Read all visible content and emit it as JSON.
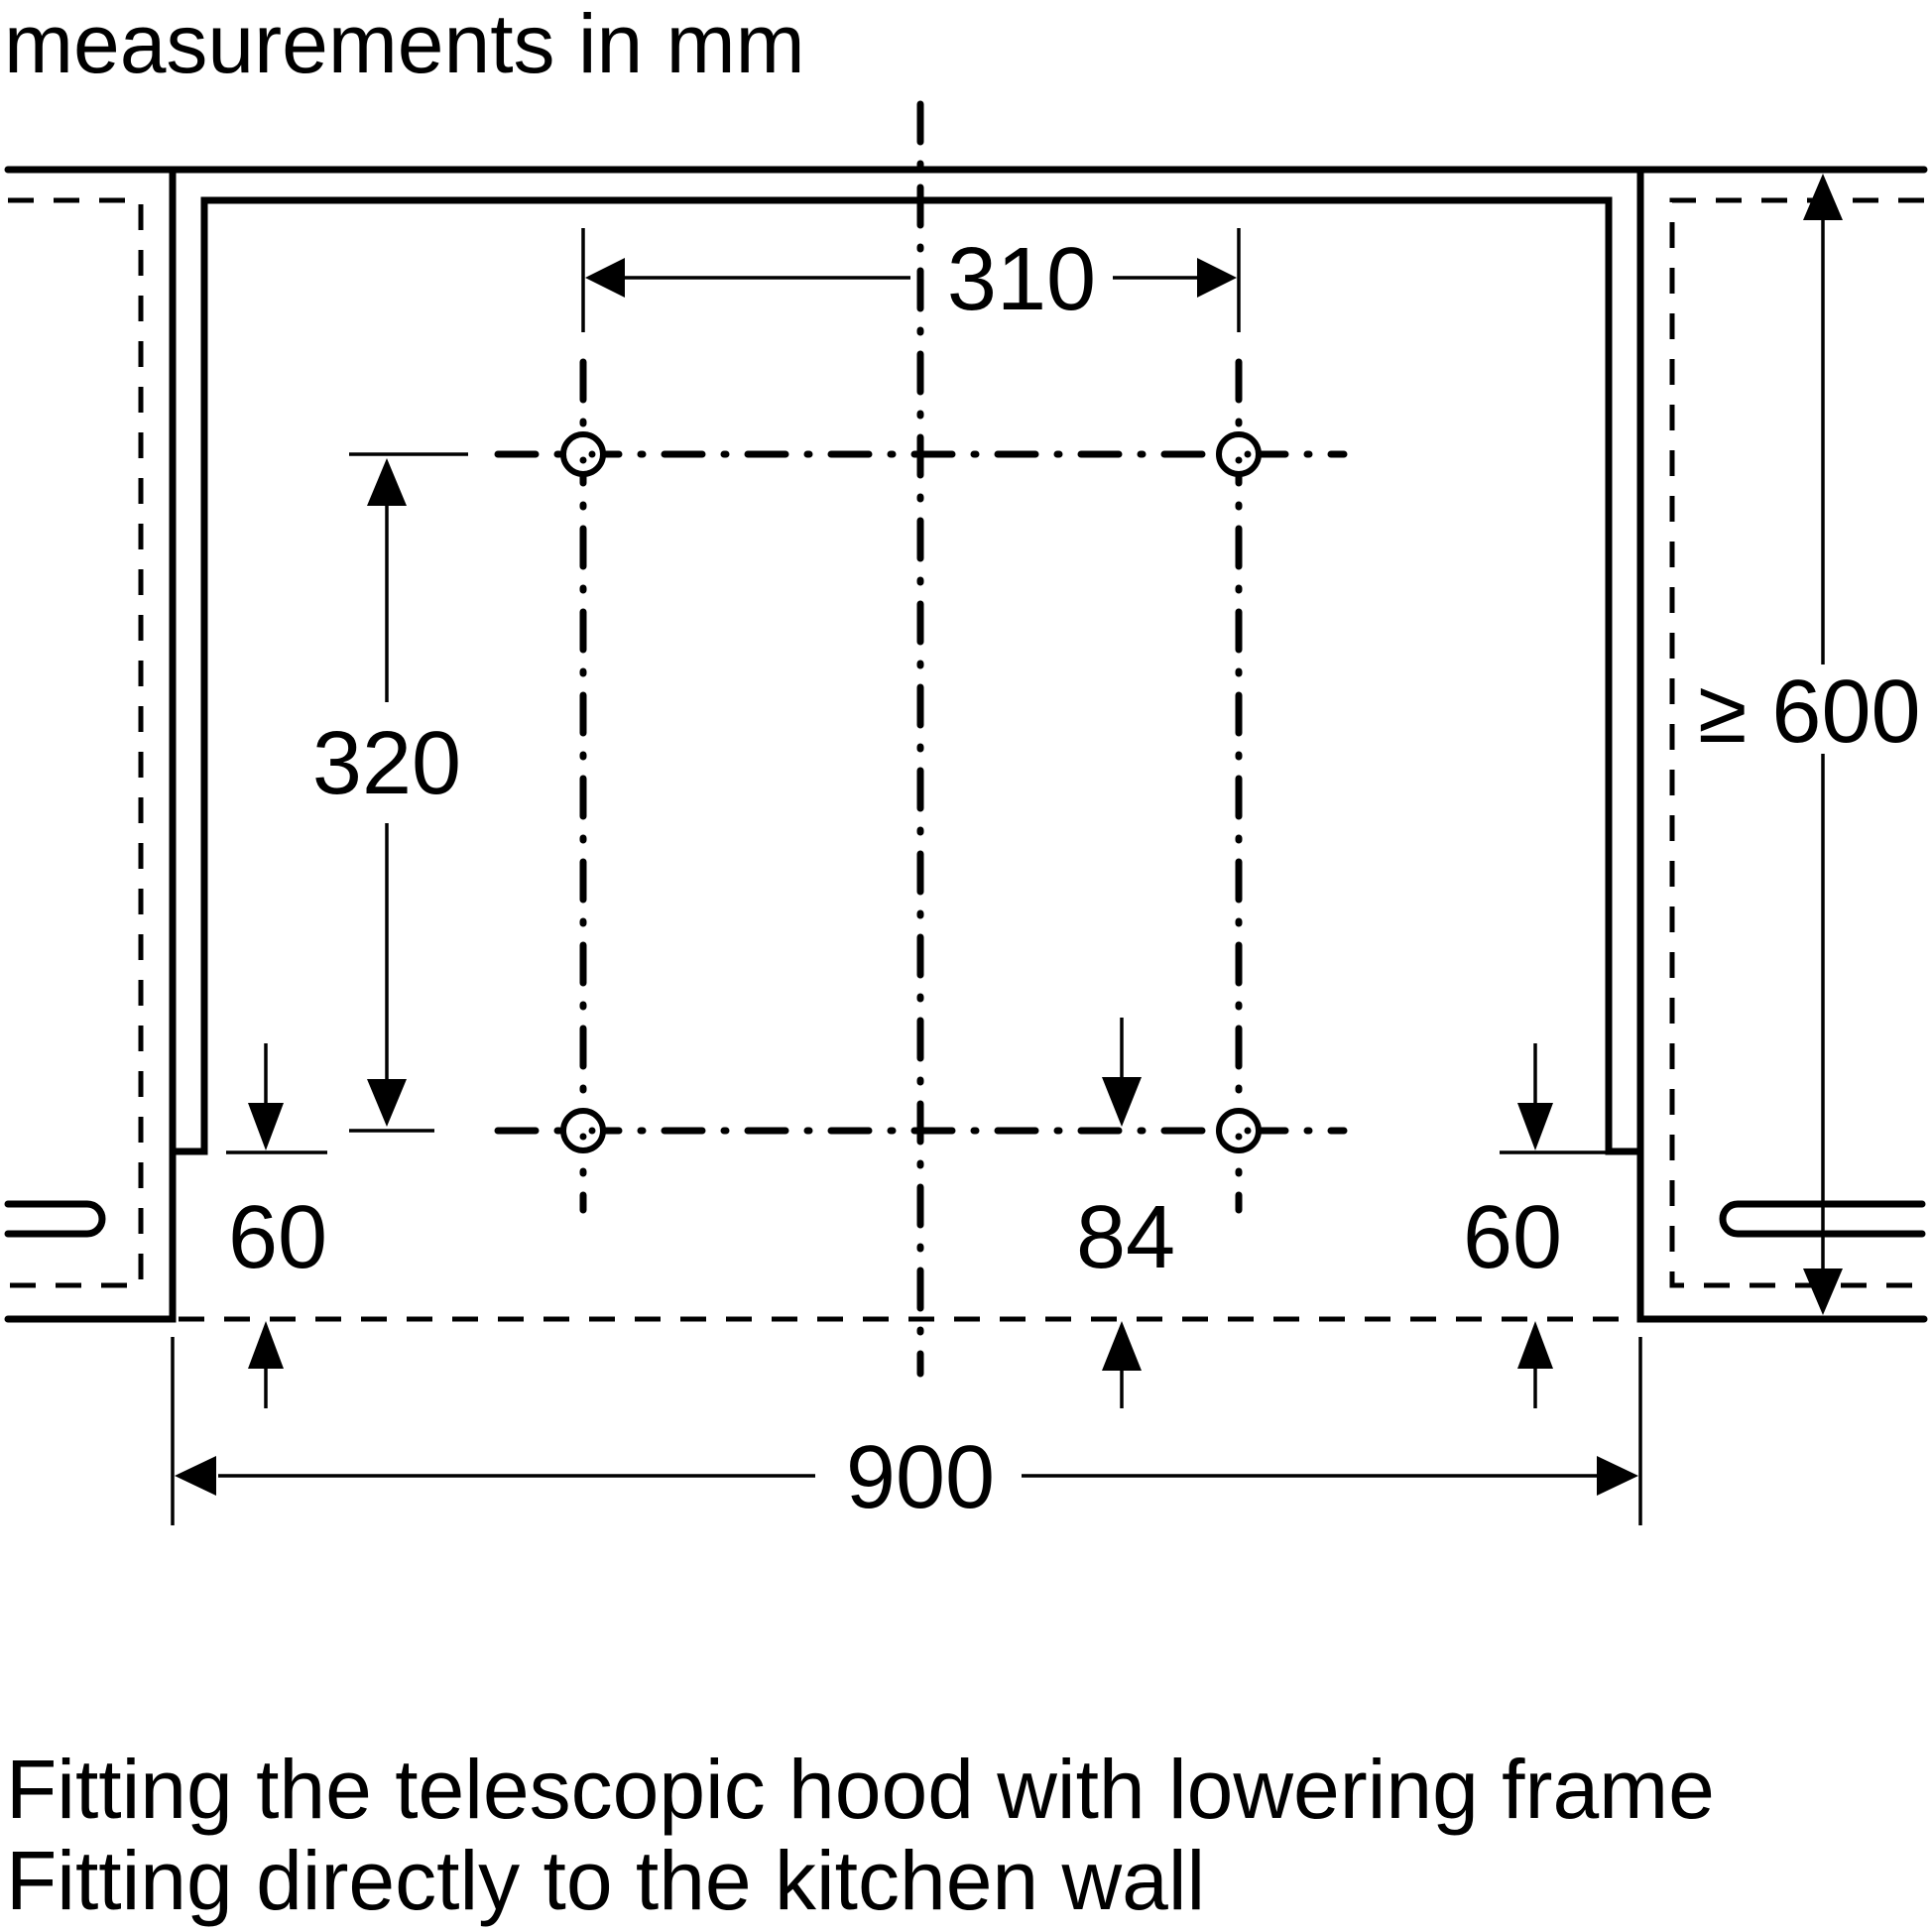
{
  "title": "measurements in mm",
  "dimensions": {
    "hole_spacing_horizontal": "310",
    "hole_spacing_vertical": "320",
    "min_height": "≥ 600",
    "left_offset": "60",
    "middle_offset": "84",
    "right_offset": "60",
    "total_width": "900"
  },
  "symbols": {
    "mounting_hole": "drill-hole-icon",
    "dimension_arrow": "arrowhead"
  },
  "captions": [
    "Fitting the telescopic hood with lowering frame",
    "Fitting directly to the kitchen wall"
  ]
}
